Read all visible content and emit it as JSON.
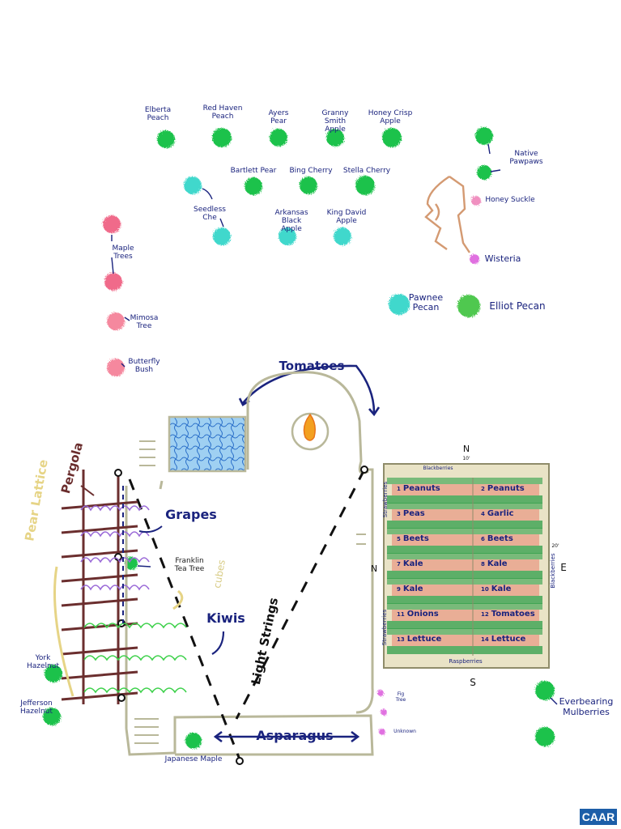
{
  "trees": {
    "elberta_peach": "Elberta\nPeach",
    "red_haven_peach": "Red Haven\nPeach",
    "ayers_pear": "Ayers\nPear",
    "granny_smith_apple": "Granny Smith\nApple",
    "honey_crisp_apple": "Honey Crisp\nApple",
    "bartlett_pear": "Bartlett Pear",
    "bing_cherry": "Bing Cherry",
    "stella_cherry": "Stella Cherry",
    "seedless_cherry": "Seedless\nChe",
    "arkansas_black_apple": "Arkansas Black\nApple",
    "king_david_apple": "King David\nApple",
    "native_pawpaws": "Native\nPawpaws",
    "honeysuckle": "Honey Suckle",
    "wisteria": "Wisteria",
    "pawnee_pecan": "Pawnee\nPecan",
    "elliot_pecan": "Elliot Pecan",
    "maple_trees": "Maple\nTrees",
    "mimosa_tree": "Mimosa\nTree",
    "butterfly_bush": "Butterfly\nBush",
    "york_hazelnut": "York\nHazelnut",
    "jefferson_hazelnut": "Jefferson\nHazelnut",
    "japanese_maple": "Japanese Maple",
    "everbearing_mulberries": "Everbearing\nMulberries",
    "fig": "Fig\nTree",
    "unknown_small": "Unknown"
  },
  "structures": {
    "tomatoes": "Tomatoes",
    "pergola": "Pergola",
    "pear_lattice": "Pear Lattice",
    "grapes": "Grapes",
    "franklin_tea_tree": "Franklin\nTea Tree",
    "cubes": "cubes",
    "kiwis": "Kiwis",
    "light_strings": "Light Strings",
    "asparagus": "Asparagus"
  },
  "compass": {
    "north": "N",
    "north_dim": "10'",
    "south": "S",
    "east": "E",
    "east_dim": "20'",
    "west": "N"
  },
  "garden": {
    "top_label": "Blackberries",
    "left_label": "Strawberries",
    "left_label_2": "Strawberries",
    "right_label": "Blackberries",
    "bottom_label": "Raspberries",
    "rows_left": [
      {
        "num": "1",
        "crop": "Peanuts"
      },
      {
        "num": "3",
        "crop": "Peas"
      },
      {
        "num": "5",
        "crop": "Beets"
      },
      {
        "num": "7",
        "crop": "Kale"
      },
      {
        "num": "9",
        "crop": "Kale"
      },
      {
        "num": "11",
        "crop": "Onions"
      },
      {
        "num": "13",
        "crop": "Lettuce"
      }
    ],
    "rows_right": [
      {
        "num": "2",
        "crop": "Peanuts"
      },
      {
        "num": "4",
        "crop": "Garlic"
      },
      {
        "num": "6",
        "crop": "Beets"
      },
      {
        "num": "8",
        "crop": "Kale"
      },
      {
        "num": "10",
        "crop": "Kale"
      },
      {
        "num": "12",
        "crop": "Tomatoes"
      },
      {
        "num": "14",
        "crop": "Lettuce"
      }
    ]
  },
  "watermark": "CAAR",
  "colors": {
    "fruit_tree": "#1fc24b",
    "cherry": "#3fd8cc",
    "maple": "#f06a8a",
    "ink": "#1a237e",
    "pergola": "#6b2e2e",
    "garden_stripe_green": "#2e9e48",
    "garden_stripe_red": "#e8a08a"
  }
}
